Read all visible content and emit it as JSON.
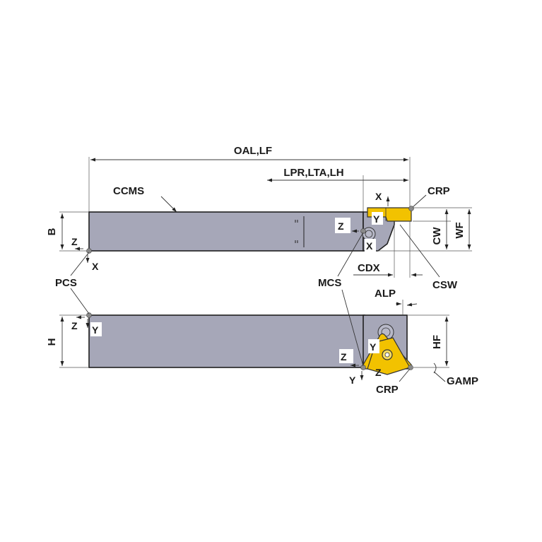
{
  "labels": {
    "oal_lf": "OAL,LF",
    "lpr_lta_lh": "LPR,LTA,LH",
    "ccms": "CCMS",
    "crp_top": "CRP",
    "crp_bottom": "CRP",
    "b": "B",
    "h": "H",
    "cw": "CW",
    "wf": "WF",
    "hf": "HF",
    "cdx": "CDX",
    "csw": "CSW",
    "mcs": "MCS",
    "pcs": "PCS",
    "alp": "ALP",
    "gamp": "GAMP"
  },
  "axes": {
    "z": "Z",
    "x": "X",
    "y": "Y"
  },
  "colors": {
    "holder_body": "#a6a7b8",
    "insert": "#f2c200",
    "outline": "#1f1f1f",
    "marker_dot": "#8a8a8a"
  }
}
